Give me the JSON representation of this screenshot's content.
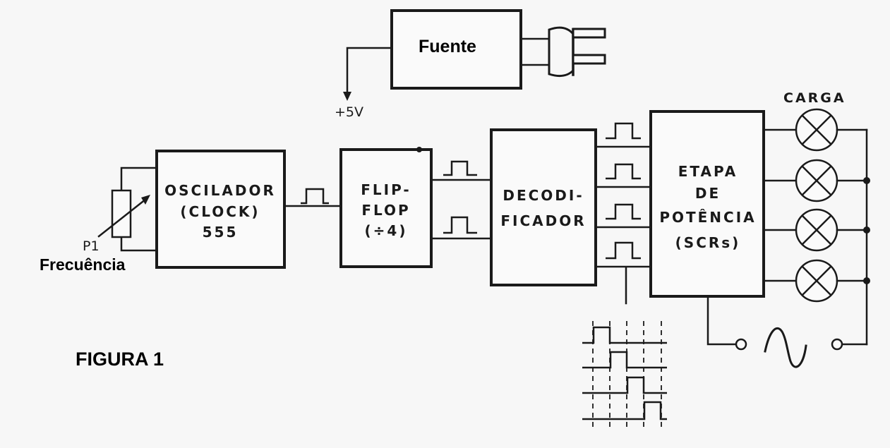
{
  "blocks": {
    "fuente": "Fuente",
    "oscilador": [
      "OSCILADOR",
      "(CLOCK)",
      "555"
    ],
    "flipflop": [
      "FLIP-",
      "FLOP",
      "(÷4)"
    ],
    "decodificador": [
      "DECODI-",
      "FICADOR"
    ],
    "etapa": [
      "ETAPA",
      "DE",
      "POTÊNCIA",
      "(SCRs)"
    ]
  },
  "labels": {
    "voltage": "+5V",
    "p1": "P1",
    "frecuencia": "Frecuência",
    "carga": "CARGA",
    "figure": "FIGURA 1"
  },
  "lamp_count": 4,
  "decoder_outputs": 4
}
